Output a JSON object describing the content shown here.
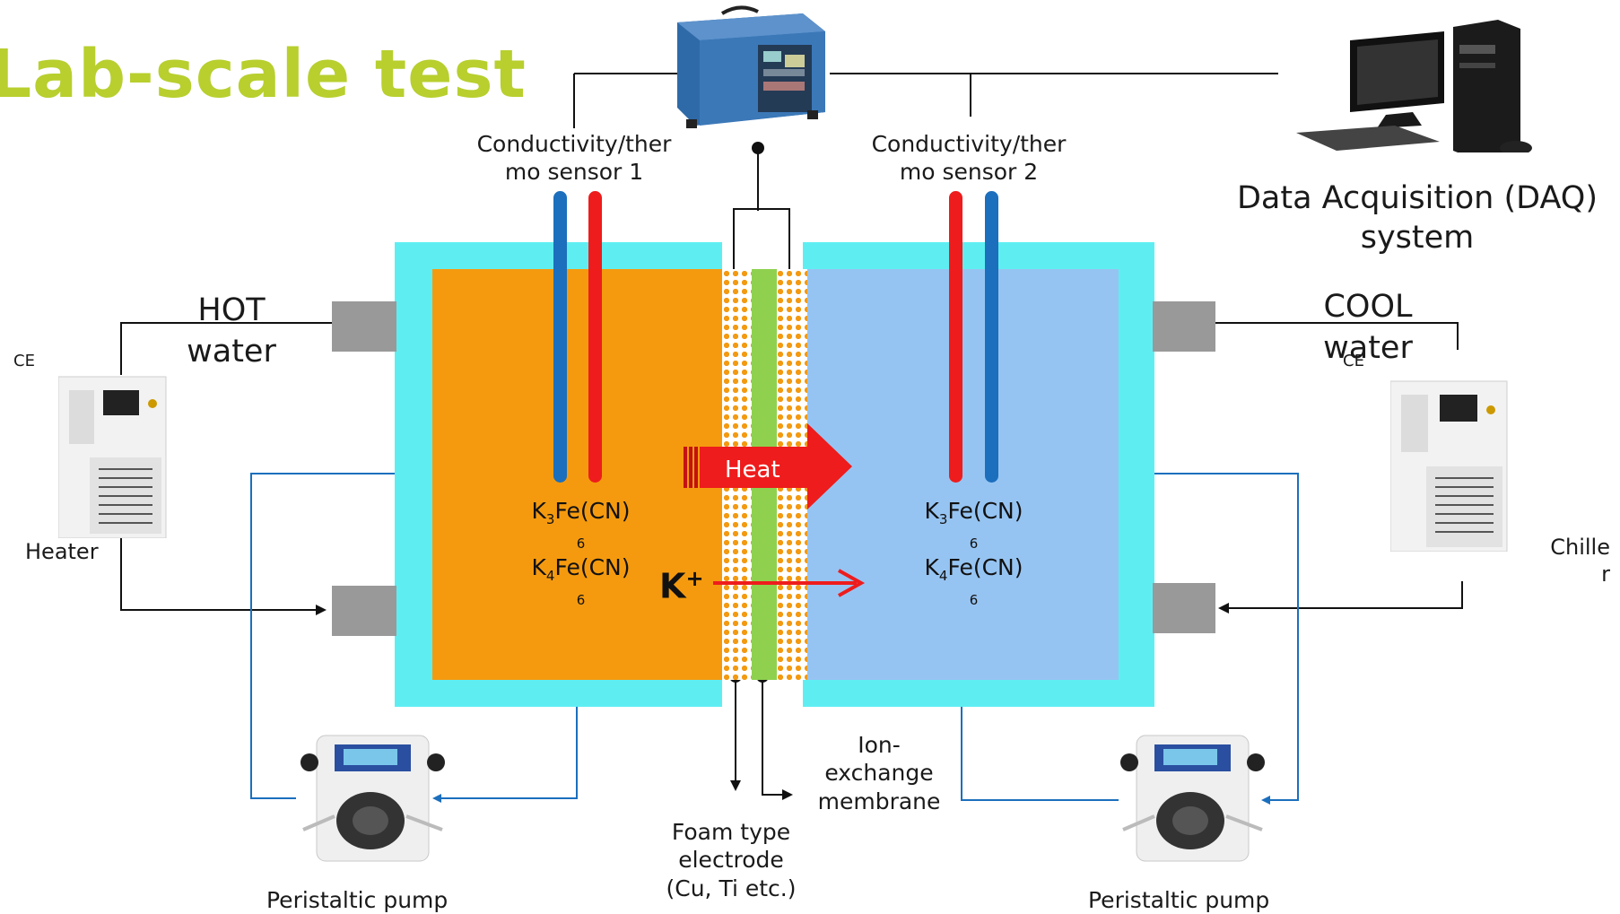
{
  "title": "Lab-scale test",
  "labels": {
    "sensor1": [
      "Conductivity/ther",
      "mo sensor 1"
    ],
    "sensor2": [
      "Conductivity/ther",
      "mo sensor 2"
    ],
    "daq": [
      "Data Acquisition (DAQ)",
      "system"
    ],
    "hot": [
      "HOT",
      "water"
    ],
    "cool": [
      "COOL",
      "water"
    ],
    "heater": "Heater",
    "chiller": [
      "Chille",
      "r"
    ],
    "pump_left": "Peristaltic pump",
    "pump_right": "Peristaltic pump",
    "electrode": [
      "Foam type",
      "electrode",
      "(Cu, Ti etc.)"
    ],
    "membrane": [
      "Ion-",
      "exchange",
      "membrane"
    ],
    "heat": "Heat",
    "ion": "K",
    "ion_charge": "+",
    "ce_mark": "CE"
  },
  "left_solution": {
    "line1_base": "K",
    "line1_sub": "3",
    "line1_rest": "Fe(CN)",
    "line1_sub2": "6",
    "line2_base": "K",
    "line2_sub": "4",
    "line2_rest": "Fe(CN)",
    "line2_sub2": "6"
  },
  "right_solution": {
    "line1_base": "K",
    "line1_sub": "3",
    "line1_rest": "Fe(CN)",
    "line1_sub2": "6",
    "line2_base": "K",
    "line2_sub": "4",
    "line2_rest": "Fe(CN)",
    "line2_sub2": "6"
  },
  "colors": {
    "title": "#b8cf2e",
    "hot_fluid": "#f59a0f",
    "cool_fluid": "#96c4f2",
    "tank_wall": "#5eeef2",
    "membrane": "#8fd14f",
    "probe_blue": "#1b6fbd",
    "probe_red": "#ee1c1c",
    "flow_line": "#1b6fbd",
    "arrow_red": "#ee1c1c",
    "port": "#999999"
  },
  "icons": [
    "daq-box-icon",
    "computer-icon",
    "heater-unit-icon",
    "chiller-unit-icon",
    "peristaltic-pump-icon",
    "ce-mark-icon"
  ]
}
